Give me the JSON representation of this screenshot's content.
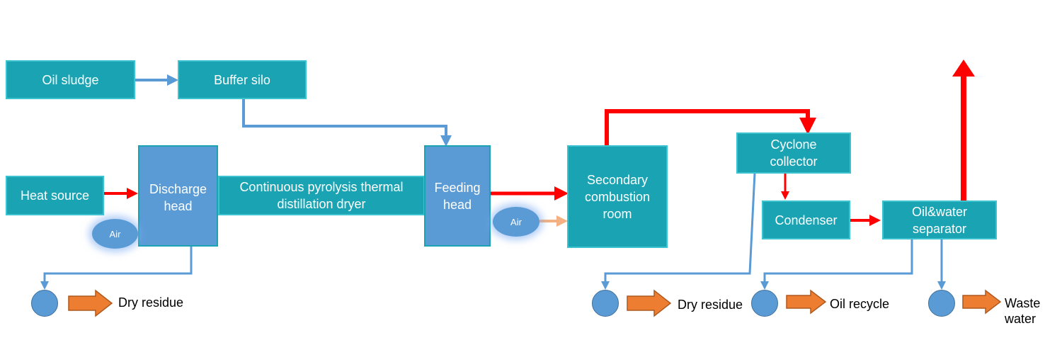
{
  "boxes": {
    "oil_sludge": "Oil sludge",
    "buffer_silo": "Buffer silo",
    "heat_source": "Heat source",
    "discharge_head": "Discharge\nhead",
    "dryer": "Continuous pyrolysis thermal\ndistillation dryer",
    "feeding_head": "Feeding\nhead",
    "secondary_combustion": "Secondary\ncombustion\nroom",
    "cyclone_collector": "Cyclone\ncollector",
    "condenser": "Condenser",
    "separator": "Oil&water\nseparator"
  },
  "air_inputs": [
    "Air",
    "Air"
  ],
  "outputs": [
    "Dry residue",
    "Dry residue",
    "Oil recycle",
    "Waste\nwater"
  ],
  "colors": {
    "box_teal": "#1aa3b3",
    "box_blue": "#5b9bd5",
    "material_flow": "#5b9bd5",
    "hot_gas_flow": "#ff0000",
    "air_flow": "#f4b183",
    "output_arrow": "#ed7d31"
  }
}
